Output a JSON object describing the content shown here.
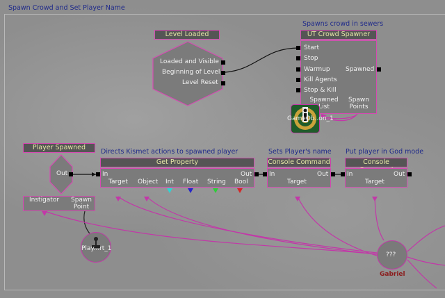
{
  "sequence_title": "Spawn Crowd and Set Player Name",
  "comments": {
    "crowd": "Spawns crowd in sewers",
    "kismet": "Directs Kismet actions to spawned player",
    "name": "Sets Player's name",
    "god": "Put player in God mode"
  },
  "level_loaded": {
    "title": "Level Loaded",
    "outputs": [
      "Loaded and Visible",
      "Beginning of Level",
      "Level Reset"
    ]
  },
  "crowd_spawner": {
    "title": "UT Crowd Spawner",
    "inputs": [
      "Start",
      "Stop",
      "Warmup",
      "Kill Agents",
      "Stop & Kill"
    ],
    "output": "Spawned",
    "vars": [
      "Spawned List",
      "Spawn Points"
    ]
  },
  "crowd_var": {
    "label": "GameOb..on_1"
  },
  "player_spawned": {
    "title": "Player Spawned",
    "output": "Out",
    "vars": [
      "Instigator",
      "Spawn Point"
    ]
  },
  "get_property": {
    "title": "Get Property",
    "input": "In",
    "output": "Out",
    "vars": [
      "Target",
      "Object",
      "Int",
      "Float",
      "String",
      "Bool"
    ]
  },
  "console_command_1": {
    "title": "Console Command",
    "input": "In",
    "output": "Out",
    "var": "Target"
  },
  "console_command_2": {
    "title": "Console Command",
    "input": "In",
    "output": "Out",
    "var": "Target"
  },
  "player_var": {
    "label": "Play...rt_1"
  },
  "unknown_var": {
    "label": "???",
    "name": "Gabriel"
  },
  "colors": {
    "wire": "#c238a8",
    "node_border": "#d64ab3",
    "title_text": "#e7e7a6",
    "comment_text": "#1f2a8a"
  }
}
